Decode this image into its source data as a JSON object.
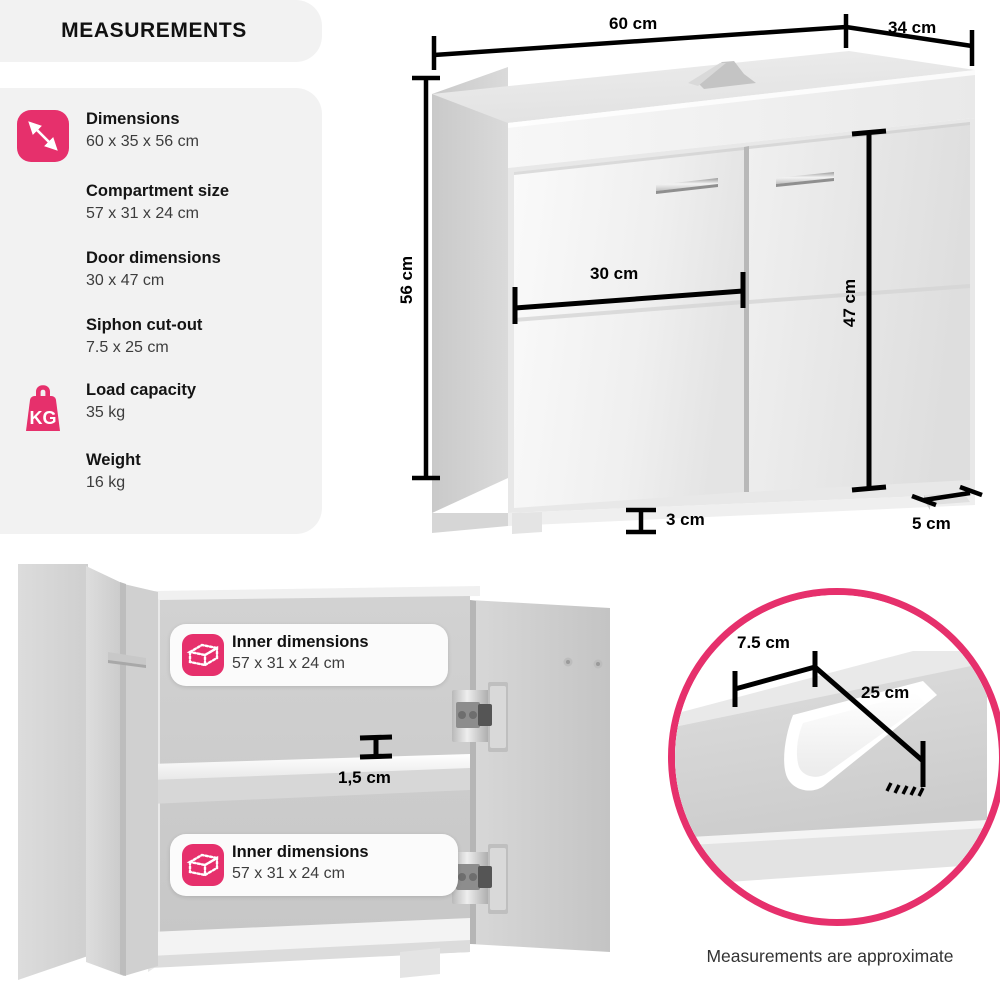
{
  "header": {
    "title": "MEASUREMENTS"
  },
  "colors": {
    "accent_pink": "#e6306c",
    "panel_bg": "#f2f2f2",
    "line_black": "#000000",
    "cabinet_white": "#f4f4f4"
  },
  "specs": [
    {
      "icon": "diagonal-arrow-icon",
      "label": "Dimensions",
      "value": "60 x 35 x 56 cm"
    },
    {
      "icon": null,
      "label": "Compartment size",
      "value": "57 x 31 x 24 cm"
    },
    {
      "icon": null,
      "label": "Door dimensions",
      "value": "30 x 47 cm"
    },
    {
      "icon": null,
      "label": "Siphon cut-out",
      "value": "7.5 x 25 cm"
    },
    {
      "icon": "kg-weight-icon",
      "label": "Load capacity",
      "value": "35 kg"
    },
    {
      "icon": null,
      "label": "Weight",
      "value": "16 kg"
    }
  ],
  "main_diagram": {
    "width_label": "60 cm",
    "depth_label": "34 cm",
    "height_label": "56 cm",
    "door_width_label": "30 cm",
    "door_height_label": "47 cm",
    "plinth_height_label": "3 cm",
    "foot_depth_label": "5 cm"
  },
  "open_diagram": {
    "callout_top": {
      "icon": "inner-box-icon",
      "label": "Inner dimensions",
      "value": "57 x 31 x 24 cm"
    },
    "callout_bottom": {
      "icon": "inner-box-icon",
      "label": "Inner dimensions",
      "value": "57 x 31 x 24 cm"
    },
    "shelf_thickness_label": "1,5 cm"
  },
  "siphon_detail": {
    "width_label": "7.5 cm",
    "length_label": "25 cm",
    "note": "Measurements are approximate"
  }
}
